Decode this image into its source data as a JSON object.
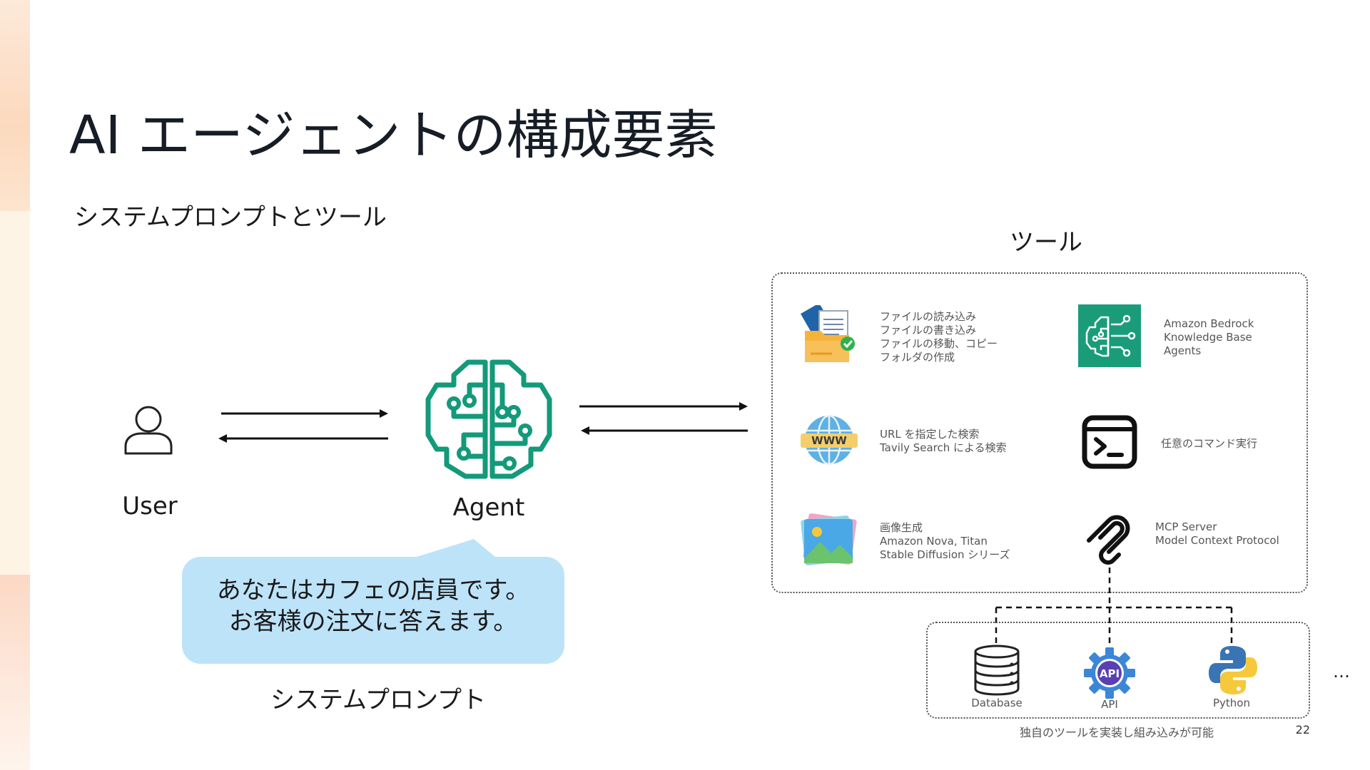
{
  "slide": {
    "title": "AI エージェントの構成要素",
    "subtitle": "システムプロンプトとツール",
    "page_number": "22"
  },
  "flow": {
    "user_label": "User",
    "agent_label": "Agent",
    "system_prompt_text": [
      "あなたはカフェの店員です。",
      "お客様の注文に答えます。"
    ],
    "system_prompt_label": "システムプロンプト"
  },
  "tools": {
    "heading": "ツール",
    "items": [
      {
        "icon": "file-folder-icon",
        "lines": [
          "ファイルの読み込み",
          "ファイルの書き込み",
          "ファイルの移動、コピー",
          "フォルダの作成"
        ]
      },
      {
        "icon": "bedrock-brain-icon",
        "lines": [
          "Amazon Bedrock",
          "Knowledge Base",
          "Agents"
        ]
      },
      {
        "icon": "www-globe-icon",
        "lines": [
          "URL を指定した検索",
          "Tavily Search による検索"
        ]
      },
      {
        "icon": "terminal-icon",
        "lines": [
          "任意のコマンド実行"
        ]
      },
      {
        "icon": "image-icon",
        "lines": [
          "画像生成",
          "Amazon Nova, Titan",
          "Stable Diffusion シリーズ"
        ]
      },
      {
        "icon": "mcp-icon",
        "lines": [
          "MCP Server",
          "Model Context Protocol"
        ]
      }
    ]
  },
  "custom_tools": {
    "items": [
      {
        "icon": "database-icon",
        "label": "Database"
      },
      {
        "icon": "api-gear-icon",
        "label": "API"
      },
      {
        "icon": "python-icon",
        "label": "Python"
      }
    ],
    "caption": "独自のツールを実装し組み込みが可能",
    "more": "…"
  },
  "colors": {
    "agent_green": "#139a7a",
    "bubble_blue": "#bde3f9",
    "bedrock_green": "#1a9c7a"
  }
}
